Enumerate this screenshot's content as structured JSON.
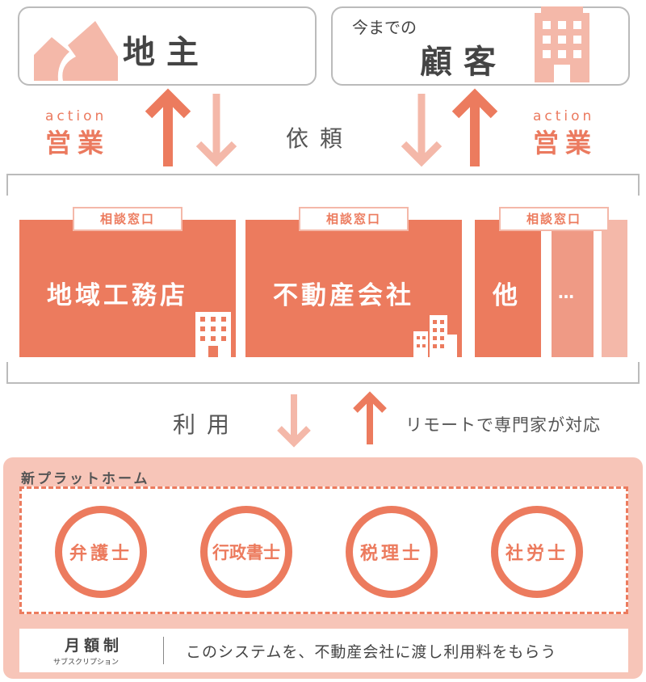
{
  "landowner": {
    "label": "地主"
  },
  "customer": {
    "sublabel": "今までの",
    "label": "顧客"
  },
  "action_left": {
    "en": "action",
    "jp": "営業"
  },
  "action_right": {
    "en": "action",
    "jp": "営業"
  },
  "request_label": "依頼",
  "consult_tab": "相談窓口",
  "companies": [
    {
      "name": "地域工務店"
    },
    {
      "name": "不動産会社"
    },
    {
      "name": "他"
    }
  ],
  "more_label": "…",
  "use_label": "利用",
  "remote_label": "リモートで専門家が対応",
  "platform": {
    "title": "新プラットホーム",
    "experts": [
      "弁護士",
      "行政書士",
      "税理士",
      "社労士"
    ]
  },
  "subscription": {
    "title": "月額制",
    "ruby": "サブスクリプション",
    "description": "このシステムを、不動産会社に渡し利用料をもらう"
  },
  "colors": {
    "accent": "#ec7b5e",
    "accent_light": "#f4b8a9",
    "platform_bg": "#f7c5b8",
    "border_gray": "#bbbbbb"
  }
}
